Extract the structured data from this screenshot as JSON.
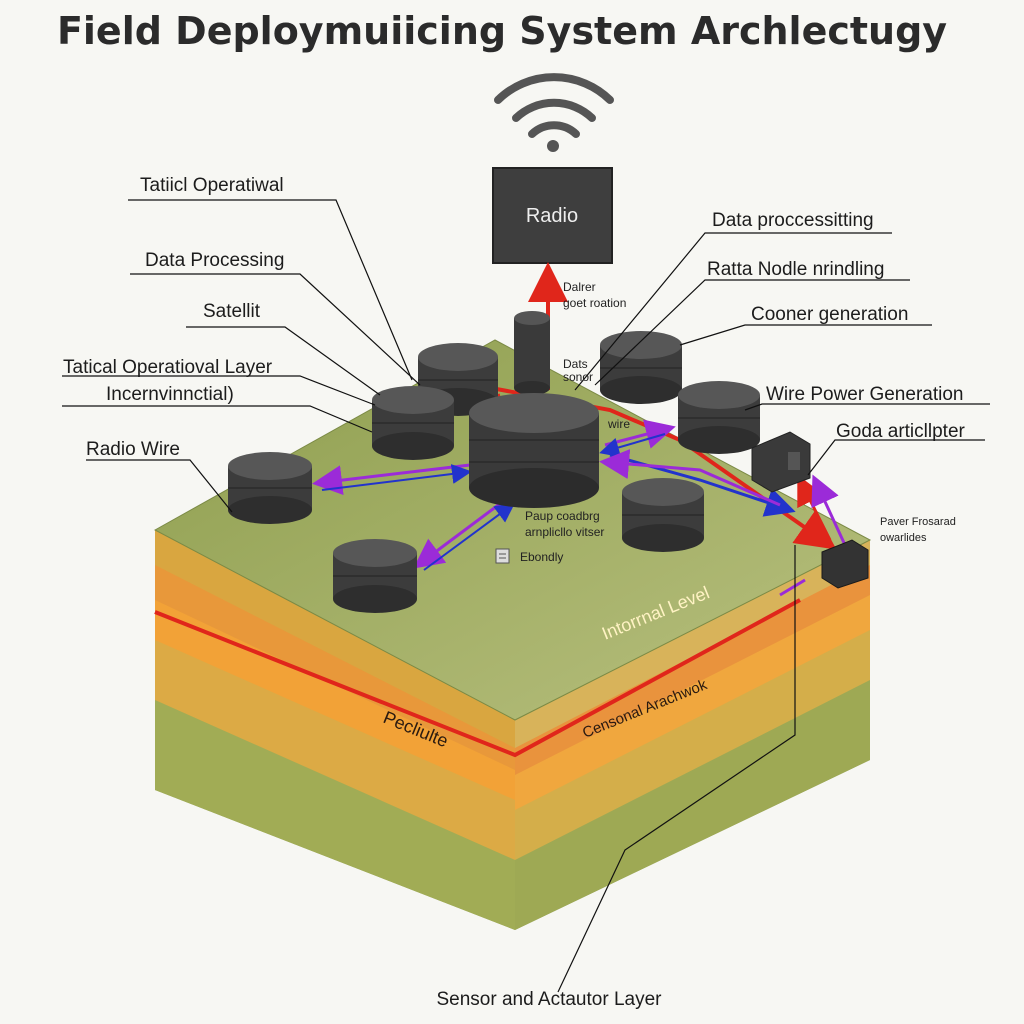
{
  "title": "Field Deploymuiicing System Archlectugy",
  "radio_box_label": "Radio",
  "left_labels": [
    "Tatiicl Operatiwal",
    "Data Processing",
    "Satellit",
    "Tatical Operatioval Layer",
    "Incernvinnctial)",
    "Radio Wire"
  ],
  "right_labels": [
    "Data proccessitting",
    "Ratta Nodle nrindling",
    "Cooner generation",
    "Wire Power Generation",
    "Goda articllpter"
  ],
  "small_labels": {
    "dalrer_line1": "Dalrer",
    "dalrer_line2": "goet roation",
    "dats_line1": "Dats",
    "dats_line2": "sonor",
    "wire": "wire",
    "paup_line1": "Paup coadbrg",
    "paup_line2": "arnplicllo vitser",
    "ebondly": "Ebondly",
    "paver_line1": "Paver Frosarad",
    "paver_line2": "owarlides"
  },
  "strata_labels": {
    "internal": "Intorrnal Level",
    "censonal": "Censonal Arachwok",
    "pecliulte": "Pecliulte"
  },
  "footer_label": "Sensor and Actautor Layer",
  "colors": {
    "link_red": "#e0261b",
    "link_purple": "#9b2bd8",
    "link_blue": "#2233cc",
    "node_dark": "#3c3c3c",
    "top_surface": "#a7b46c"
  }
}
